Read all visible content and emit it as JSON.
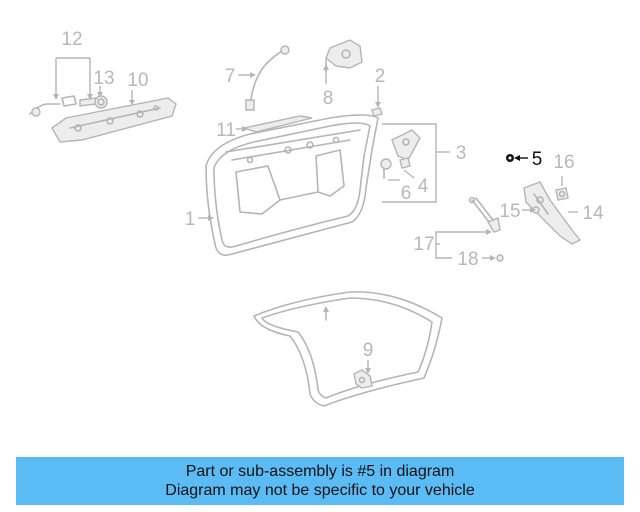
{
  "callouts": {
    "c1": "1",
    "c2": "2",
    "c3": "3",
    "c4": "4",
    "c5": "5",
    "c6": "6",
    "c7": "7",
    "c8": "8",
    "c9": "9",
    "c10": "10",
    "c11": "11",
    "c12": "12",
    "c13": "13",
    "c14": "14",
    "c15": "15",
    "c16": "16",
    "c17": "17",
    "c18": "18"
  },
  "highlighted_part": "5",
  "banner": {
    "line1": "Part or sub-assembly is #5 in diagram",
    "line2": "Diagram may not be specific to your vehicle"
  },
  "colors": {
    "banner_bg": "#5bbcf5",
    "part_lines": "#b5b5b5",
    "highlight": "#111111"
  }
}
